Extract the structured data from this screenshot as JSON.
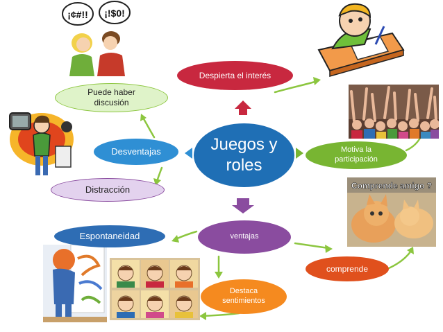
{
  "center": {
    "label": "Juegos y roles",
    "color": "#1f6fb5"
  },
  "nodes": {
    "despierta": {
      "label": "Despierta el interés",
      "color": "#c8283f"
    },
    "motiva": {
      "label": "Motiva la participación",
      "color": "#78b532"
    },
    "ventajas": {
      "label": "ventajas",
      "color": "#8a4c9f"
    },
    "comprende": {
      "label": "comprende",
      "color": "#e0501d"
    },
    "destaca": {
      "label": "Destaca sentimientos",
      "color": "#f58a1f"
    },
    "espontaneidad": {
      "label": "Espontaneidad",
      "color": "#2e6db4"
    },
    "desventajas": {
      "label": "Desventajas",
      "color": "#2f8fd4"
    },
    "distraccion": {
      "label": "Distracción",
      "color": "#e3d2ee"
    },
    "discusion": {
      "label": "Puede haber discusión",
      "color": "#dff3c9"
    }
  },
  "arrow_color": "#8cc63f",
  "images": {
    "argument_bubble_left": "¡¢#!!",
    "argument_bubble_right": "¡!$0!",
    "cat_caption": "Comprende amigo ?"
  }
}
